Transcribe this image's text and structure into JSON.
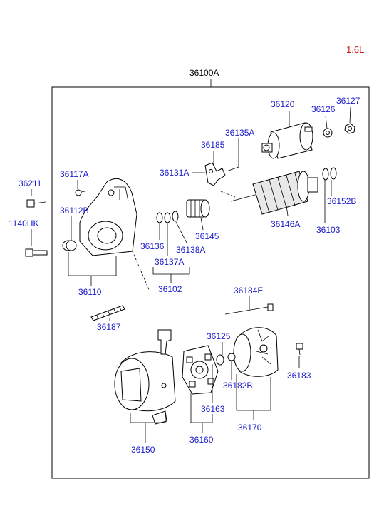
{
  "engine": "1.6L",
  "assembly_number": "36100A",
  "parts": {
    "p36120": "36120",
    "p36126": "36126",
    "p36127": "36127",
    "p36135A": "36135A",
    "p36185": "36185",
    "p36131A": "36131A",
    "p36152B": "36152B",
    "p36146A": "36146A",
    "p36103": "36103",
    "p36145": "36145",
    "p36136": "36136",
    "p36138A": "36138A",
    "p36137A": "36137A",
    "p36102": "36102",
    "p36211": "36211",
    "p1140HK": "1140HK",
    "p36117A": "36117A",
    "p36112B": "36112B",
    "p36110": "36110",
    "p36187": "36187",
    "p36184E": "36184E",
    "p36125": "36125",
    "p36183": "36183",
    "p36182B": "36182B",
    "p36163": "36163",
    "p36170": "36170",
    "p36150": "36150",
    "p36160": "36160"
  },
  "colors": {
    "label": "#1a1acc",
    "engine": "#d01818",
    "line": "#000000"
  }
}
